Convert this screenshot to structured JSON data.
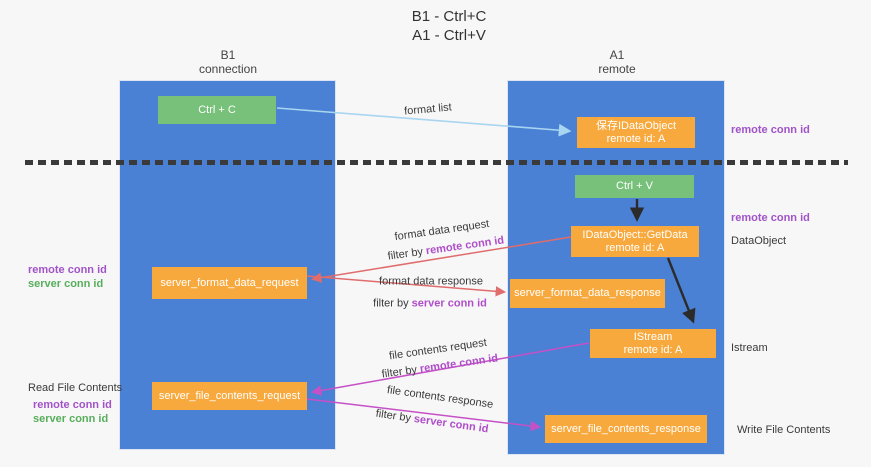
{
  "title": {
    "line1": "B1 - Ctrl+C",
    "line2": "A1 - Ctrl+V"
  },
  "columns": {
    "left": {
      "name": "B1",
      "role": "connection"
    },
    "right": {
      "name": "A1",
      "role": "remote"
    }
  },
  "boxes": {
    "ctrl_c": {
      "label": "Ctrl + C"
    },
    "save_idataobject": {
      "line1": "保存IDataObject",
      "line2": "remote id: A"
    },
    "ctrl_v": {
      "label": "Ctrl + V"
    },
    "getdata": {
      "line1": "IDataObject::GetData",
      "line2": "remote id: A"
    },
    "server_format_data_request": {
      "label": "server_format_data_request"
    },
    "server_format_data_response": {
      "label": "server_format_data_response"
    },
    "istream": {
      "line1": "IStream",
      "line2": "remote id: A"
    },
    "server_file_contents_request": {
      "label": "server_file_contents_request"
    },
    "server_file_contents_response": {
      "label": "server_file_contents_response"
    }
  },
  "arrow_labels": {
    "format_list": "format list",
    "format_data_request": "format data request",
    "filter_remote_1": {
      "prefix": "filter by ",
      "id": "remote conn id"
    },
    "format_data_response": "format data response",
    "filter_server_1": {
      "prefix": "filter by ",
      "id": "server conn id"
    },
    "file_contents_request": "file contents request",
    "filter_remote_2": {
      "prefix": "filter by ",
      "id": "remote conn id"
    },
    "file_contents_response": "file contents response",
    "filter_server_2": {
      "prefix": "filter by ",
      "id": "server conn id"
    }
  },
  "side_labels": {
    "right_remote_conn_id_1": "remote conn id",
    "right_remote_conn_id_2": "remote conn id",
    "dataobject": "DataObject",
    "istream": "Istream",
    "write_file_contents": "Write File Contents",
    "left_remote_conn_id_1": "remote conn id",
    "left_server_conn_id_1": "server conn id",
    "read_file_contents": "Read File Contents",
    "left_remote_conn_id_2": "remote conn id",
    "left_server_conn_id_2": "server conn id"
  },
  "colors": {
    "column_blue": "#4a81d4",
    "box_green": "#77c17a",
    "box_orange": "#f7a93d",
    "arrow_lightblue": "#a8d5f0",
    "arrow_red": "#e06c6c",
    "arrow_magenta": "#c650c6",
    "arrow_black": "#2b2b2b",
    "label_purple": "#a253c9",
    "label_green": "#57ae5b"
  }
}
